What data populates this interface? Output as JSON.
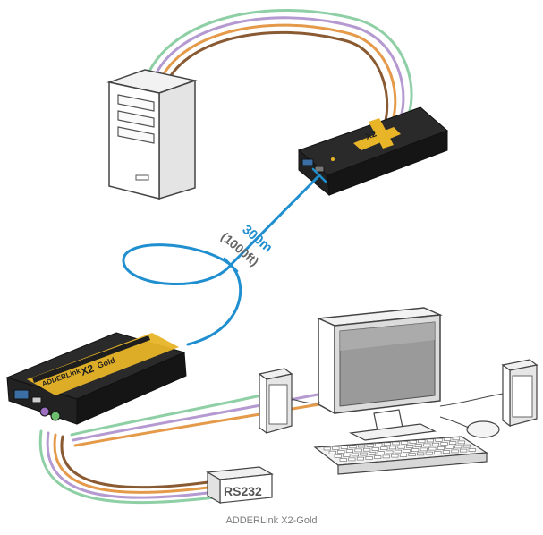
{
  "cable": {
    "distance_metric": "300m",
    "distance_imperial": "(1000ft)"
  },
  "local_unit": {
    "brand": "ADDERLink",
    "model": "X2",
    "edition": "Gold"
  },
  "remote_unit": {
    "brand": "ADDERLink",
    "model": "X2",
    "edition": "Gold"
  },
  "serial_device": {
    "label": "RS232"
  },
  "caption": "ADDERLink X2-Gold",
  "colors": {
    "link_cable": "#1f8fd0",
    "unit_body": "#1e1e1e",
    "unit_gold": "#e8b428",
    "cable_green": "#8fcfa6",
    "cable_purple": "#b49ad0",
    "cable_orange": "#e59a4a",
    "cable_brown": "#8a5a32"
  }
}
